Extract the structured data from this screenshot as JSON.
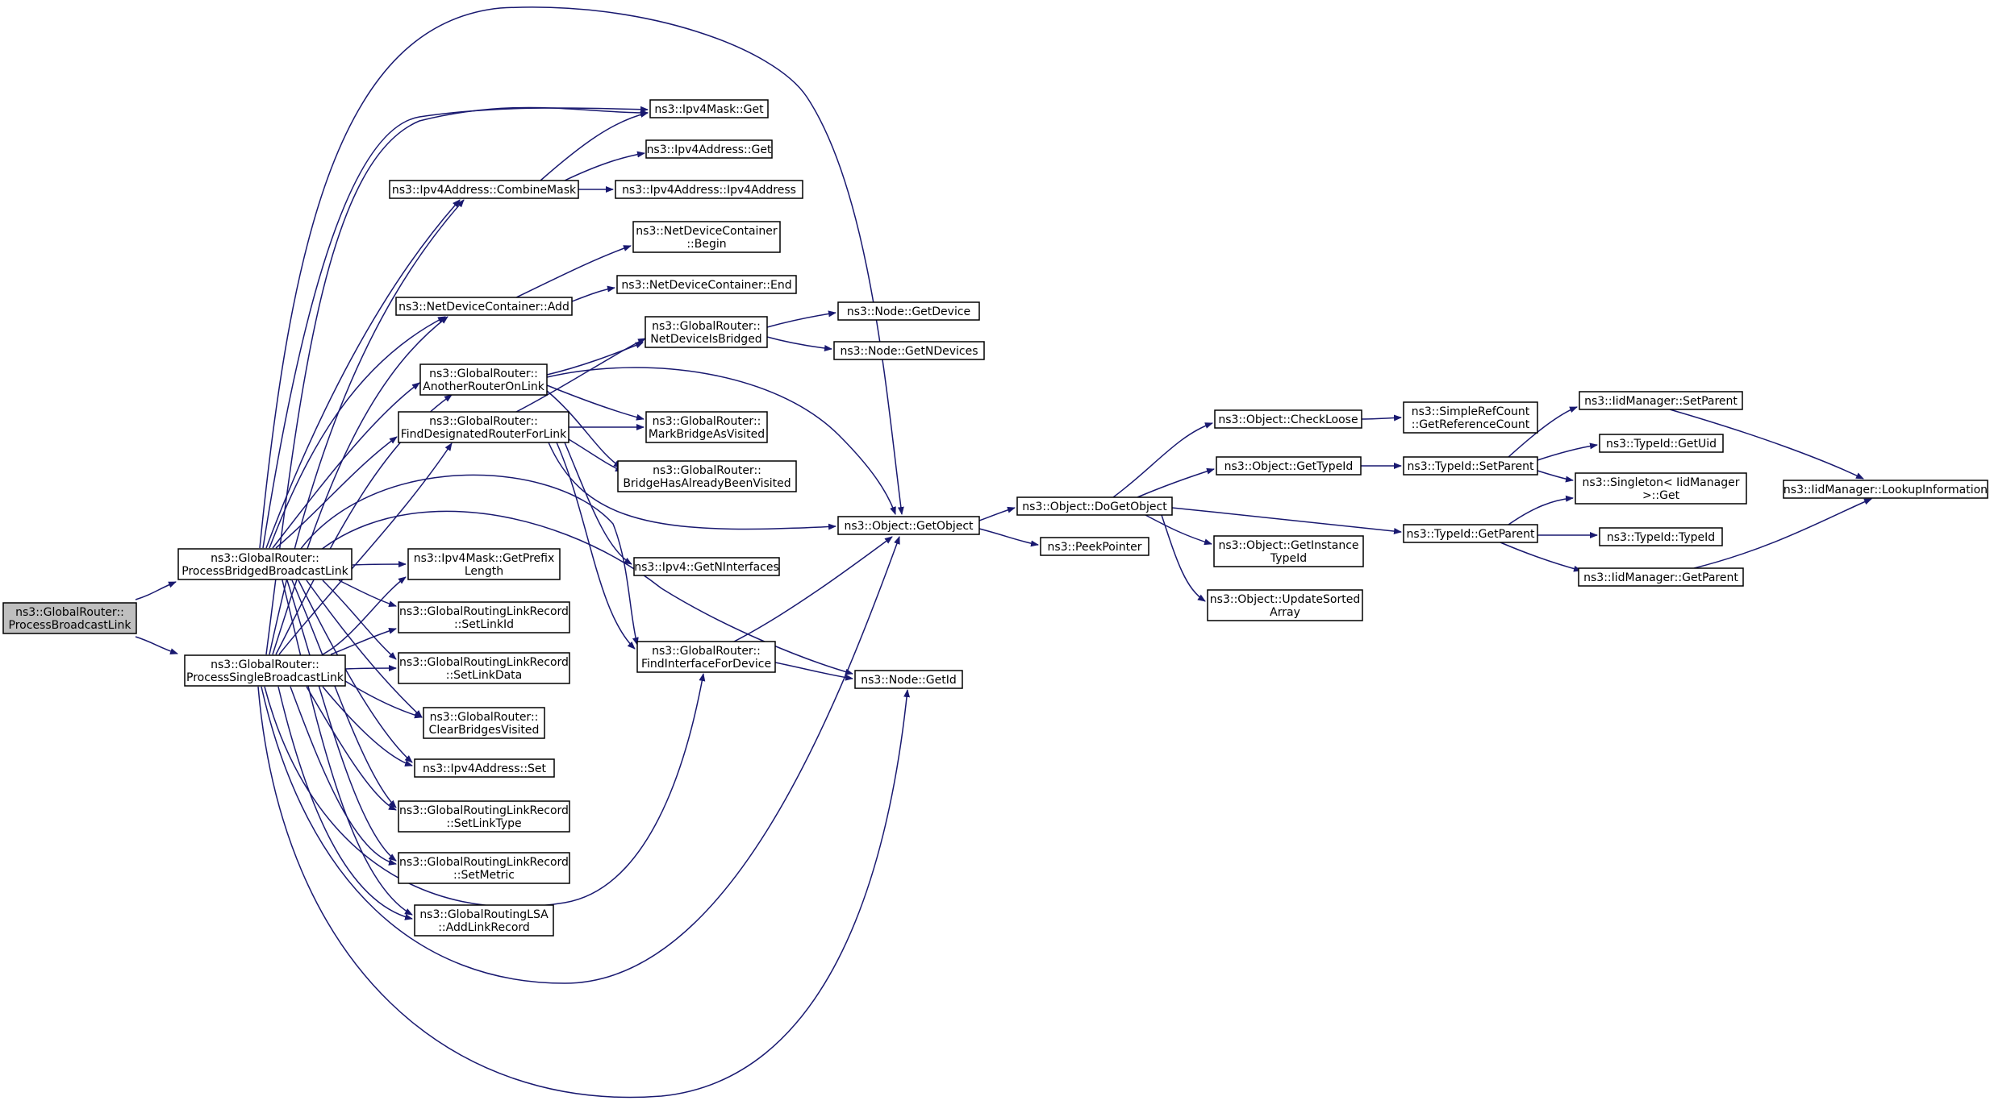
{
  "graph": {
    "nodes": [
      {
        "id": "n0",
        "label": [
          "ns3::GlobalRouter::",
          "ProcessBroadcastLink"
        ],
        "root": true
      },
      {
        "id": "n1",
        "label": [
          "ns3::GlobalRouter::",
          "ProcessBridgedBroadcastLink"
        ]
      },
      {
        "id": "n2",
        "label": [
          "ns3::GlobalRouter::",
          "ProcessSingleBroadcastLink"
        ]
      },
      {
        "id": "n3",
        "label": [
          "ns3::Ipv4Mask::Get"
        ]
      },
      {
        "id": "n4",
        "label": [
          "ns3::Ipv4Address::Get"
        ]
      },
      {
        "id": "n5",
        "label": [
          "ns3::Ipv4Address::CombineMask"
        ]
      },
      {
        "id": "n6",
        "label": [
          "ns3::Ipv4Address::Ipv4Address"
        ]
      },
      {
        "id": "n7",
        "label": [
          "ns3::NetDeviceContainer",
          "::Begin"
        ]
      },
      {
        "id": "n8",
        "label": [
          "ns3::NetDeviceContainer::Add"
        ]
      },
      {
        "id": "n9",
        "label": [
          "ns3::NetDeviceContainer::End"
        ]
      },
      {
        "id": "n10",
        "label": [
          "ns3::GlobalRouter::",
          "NetDeviceIsBridged"
        ]
      },
      {
        "id": "n11",
        "label": [
          "ns3::Node::GetDevice"
        ]
      },
      {
        "id": "n12",
        "label": [
          "ns3::Node::GetNDevices"
        ]
      },
      {
        "id": "n13",
        "label": [
          "ns3::GlobalRouter::",
          "AnotherRouterOnLink"
        ]
      },
      {
        "id": "n14",
        "label": [
          "ns3::GlobalRouter::",
          "MarkBridgeAsVisited"
        ]
      },
      {
        "id": "n15",
        "label": [
          "ns3::GlobalRouter::",
          "FindDesignatedRouterForLink"
        ]
      },
      {
        "id": "n16",
        "label": [
          "ns3::GlobalRouter::",
          "BridgeHasAlreadyBeenVisited"
        ]
      },
      {
        "id": "n17",
        "label": [
          "ns3::Object::GetObject"
        ]
      },
      {
        "id": "n18",
        "label": [
          "ns3::Ipv4::GetNInterfaces"
        ]
      },
      {
        "id": "n19",
        "label": [
          "ns3::Ipv4Mask::GetPrefix",
          "Length"
        ]
      },
      {
        "id": "n20",
        "label": [
          "ns3::GlobalRoutingLinkRecord",
          "::SetLinkId"
        ]
      },
      {
        "id": "n21",
        "label": [
          "ns3::GlobalRoutingLinkRecord",
          "::SetLinkData"
        ]
      },
      {
        "id": "n22",
        "label": [
          "ns3::GlobalRouter::",
          "FindInterfaceForDevice"
        ]
      },
      {
        "id": "n23",
        "label": [
          "ns3::Node::GetId"
        ]
      },
      {
        "id": "n24",
        "label": [
          "ns3::GlobalRouter::",
          "ClearBridgesVisited"
        ]
      },
      {
        "id": "n25",
        "label": [
          "ns3::Ipv4Address::Set"
        ]
      },
      {
        "id": "n26",
        "label": [
          "ns3::GlobalRoutingLinkRecord",
          "::SetLinkType"
        ]
      },
      {
        "id": "n27",
        "label": [
          "ns3::GlobalRoutingLinkRecord",
          "::SetMetric"
        ]
      },
      {
        "id": "n28",
        "label": [
          "ns3::GlobalRoutingLSA",
          "::AddLinkRecord"
        ]
      },
      {
        "id": "n29",
        "label": [
          "ns3::Object::DoGetObject"
        ]
      },
      {
        "id": "n30",
        "label": [
          "ns3::PeekPointer"
        ]
      },
      {
        "id": "n31",
        "label": [
          "ns3::Object::CheckLoose"
        ]
      },
      {
        "id": "n32",
        "label": [
          "ns3::SimpleRefCount",
          "::GetReferenceCount"
        ]
      },
      {
        "id": "n33",
        "label": [
          "ns3::Object::GetTypeId"
        ]
      },
      {
        "id": "n34",
        "label": [
          "ns3::TypeId::SetParent"
        ]
      },
      {
        "id": "n35",
        "label": [
          "ns3::Object::GetInstance",
          "TypeId"
        ]
      },
      {
        "id": "n36",
        "label": [
          "ns3::Object::UpdateSorted",
          "Array"
        ]
      },
      {
        "id": "n37",
        "label": [
          "ns3::TypeId::GetParent"
        ]
      },
      {
        "id": "n38",
        "label": [
          "ns3::IidManager::SetParent"
        ]
      },
      {
        "id": "n39",
        "label": [
          "ns3::TypeId::GetUid"
        ]
      },
      {
        "id": "n40",
        "label": [
          "ns3::Singleton< IidManager",
          " >::Get"
        ]
      },
      {
        "id": "n41",
        "label": [
          "ns3::TypeId::TypeId"
        ]
      },
      {
        "id": "n42",
        "label": [
          "ns3::IidManager::GetParent"
        ]
      },
      {
        "id": "n43",
        "label": [
          "ns3::IidManager::LookupInformation"
        ]
      }
    ],
    "edges": [
      {
        "from": "n0",
        "to": "n1"
      },
      {
        "from": "n0",
        "to": "n2"
      },
      {
        "from": "n1",
        "to": "n3"
      },
      {
        "from": "n1",
        "to": "n5"
      },
      {
        "from": "n1",
        "to": "n8"
      },
      {
        "from": "n1",
        "to": "n13"
      },
      {
        "from": "n1",
        "to": "n15"
      },
      {
        "from": "n1",
        "to": "n17"
      },
      {
        "from": "n1",
        "to": "n19"
      },
      {
        "from": "n1",
        "to": "n20"
      },
      {
        "from": "n1",
        "to": "n21"
      },
      {
        "from": "n1",
        "to": "n22"
      },
      {
        "from": "n1",
        "to": "n23"
      },
      {
        "from": "n1",
        "to": "n24"
      },
      {
        "from": "n1",
        "to": "n25"
      },
      {
        "from": "n1",
        "to": "n26"
      },
      {
        "from": "n1",
        "to": "n27"
      },
      {
        "from": "n1",
        "to": "n28"
      },
      {
        "from": "n2",
        "to": "n3"
      },
      {
        "from": "n2",
        "to": "n5"
      },
      {
        "from": "n2",
        "to": "n8"
      },
      {
        "from": "n2",
        "to": "n13"
      },
      {
        "from": "n2",
        "to": "n15"
      },
      {
        "from": "n2",
        "to": "n17"
      },
      {
        "from": "n2",
        "to": "n19"
      },
      {
        "from": "n2",
        "to": "n20"
      },
      {
        "from": "n2",
        "to": "n21"
      },
      {
        "from": "n2",
        "to": "n22"
      },
      {
        "from": "n2",
        "to": "n23"
      },
      {
        "from": "n2",
        "to": "n24"
      },
      {
        "from": "n2",
        "to": "n25"
      },
      {
        "from": "n2",
        "to": "n26"
      },
      {
        "from": "n2",
        "to": "n27"
      },
      {
        "from": "n2",
        "to": "n28"
      },
      {
        "from": "n5",
        "to": "n3"
      },
      {
        "from": "n5",
        "to": "n4"
      },
      {
        "from": "n5",
        "to": "n6"
      },
      {
        "from": "n8",
        "to": "n7"
      },
      {
        "from": "n8",
        "to": "n9"
      },
      {
        "from": "n10",
        "to": "n11"
      },
      {
        "from": "n10",
        "to": "n12"
      },
      {
        "from": "n13",
        "to": "n10"
      },
      {
        "from": "n13",
        "to": "n14"
      },
      {
        "from": "n13",
        "to": "n16"
      },
      {
        "from": "n13",
        "to": "n17"
      },
      {
        "from": "n15",
        "to": "n10"
      },
      {
        "from": "n15",
        "to": "n14"
      },
      {
        "from": "n15",
        "to": "n16"
      },
      {
        "from": "n15",
        "to": "n17"
      },
      {
        "from": "n15",
        "to": "n18"
      },
      {
        "from": "n15",
        "to": "n22"
      },
      {
        "from": "n22",
        "to": "n17"
      },
      {
        "from": "n22",
        "to": "n23"
      },
      {
        "from": "n17",
        "to": "n29"
      },
      {
        "from": "n17",
        "to": "n30"
      },
      {
        "from": "n29",
        "to": "n31"
      },
      {
        "from": "n29",
        "to": "n33"
      },
      {
        "from": "n29",
        "to": "n35"
      },
      {
        "from": "n29",
        "to": "n36"
      },
      {
        "from": "n29",
        "to": "n37"
      },
      {
        "from": "n31",
        "to": "n32"
      },
      {
        "from": "n33",
        "to": "n34"
      },
      {
        "from": "n34",
        "to": "n38"
      },
      {
        "from": "n34",
        "to": "n39"
      },
      {
        "from": "n34",
        "to": "n40"
      },
      {
        "from": "n37",
        "to": "n40"
      },
      {
        "from": "n37",
        "to": "n41"
      },
      {
        "from": "n37",
        "to": "n42"
      },
      {
        "from": "n38",
        "to": "n43"
      },
      {
        "from": "n42",
        "to": "n43"
      }
    ]
  }
}
